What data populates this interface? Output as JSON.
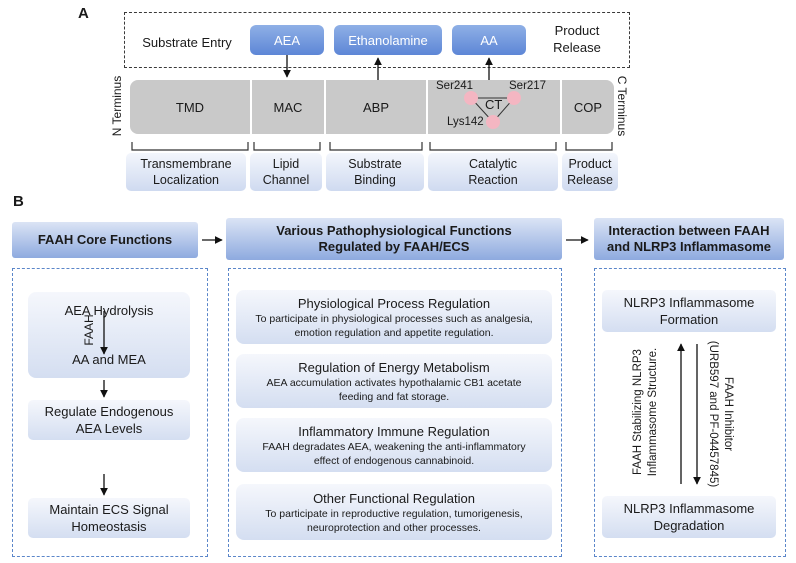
{
  "panel_a": {
    "letter": "A",
    "substrate_entry": "Substrate Entry",
    "product_release_top": [
      "Product",
      "Release"
    ],
    "molecules": {
      "aea": "AEA",
      "ethanolamine": "Ethanolamine",
      "aa": "AA"
    },
    "n_terminus": "N Terminus",
    "c_terminus": "C Terminus",
    "domains": {
      "tmd": "TMD",
      "mac": "MAC",
      "abp": "ABP",
      "cop": "COP"
    },
    "catalytic_triad": {
      "center": "CT",
      "ser241": "Ser241",
      "ser217": "Ser217",
      "lys142": "Lys142"
    },
    "labels": {
      "transmembrane": [
        "Transmembrane",
        "Localization"
      ],
      "lipid": [
        "Lipid",
        "Channel"
      ],
      "substrate": [
        "Substrate",
        "Binding"
      ],
      "catalytic": [
        "Catalytic",
        "Reaction"
      ],
      "product": [
        "Product",
        "Release"
      ]
    },
    "colors": {
      "triad_node": "#f4b6c2",
      "domain_bar": "#c9c9c9",
      "molecule_box": "#6a90d9"
    }
  },
  "panel_b": {
    "letter": "B",
    "headers": {
      "core": "FAAH Core Functions",
      "various": [
        "Various Pathophysiological Functions",
        "Regulated by FAAH/ECS"
      ],
      "interaction": [
        "Interaction between FAAH",
        "and NLRP3 Inflammasome"
      ]
    },
    "core": {
      "aea_hydrolysis": "AEA Hydrolysis",
      "faah": "FAAH",
      "aa_mea": "AA and MEA",
      "regulate": [
        "Regulate Endogenous",
        "AEA Levels"
      ],
      "maintain": [
        "Maintain ECS Signal",
        "Homeostasis"
      ]
    },
    "various": [
      {
        "title": "Physiological Process Regulation",
        "desc": [
          "To participate in physiological processes such as analgesia,",
          "emotion regulation and appetite regulation."
        ]
      },
      {
        "title": "Regulation of Energy Metabolism",
        "desc": [
          "AEA accumulation activates hypothalamic CB1 acetate",
          "feeding and fat storage."
        ]
      },
      {
        "title": "Inflammatory Immune Regulation",
        "desc": [
          "FAAH degradates AEA, weakening the anti-inflammatory",
          "effect of endogenous cannabinoid."
        ]
      },
      {
        "title": "Other Functional Regulation",
        "desc": [
          "To participate in reproductive regulation, tumorigenesis,",
          "neuroprotection and other processes."
        ]
      }
    ],
    "nlrp3": {
      "formation": [
        "NLRP3 Inflammasome",
        "Formation"
      ],
      "degradation": [
        "NLRP3 Inflammasome",
        "Degradation"
      ],
      "stabilizing": [
        "FAAH Stabilizing NLRP3",
        "Inflammasome Structure."
      ],
      "inhibitor": [
        "FAAH Inhibitor",
        "(URB597 and PF-04457845)"
      ]
    }
  }
}
